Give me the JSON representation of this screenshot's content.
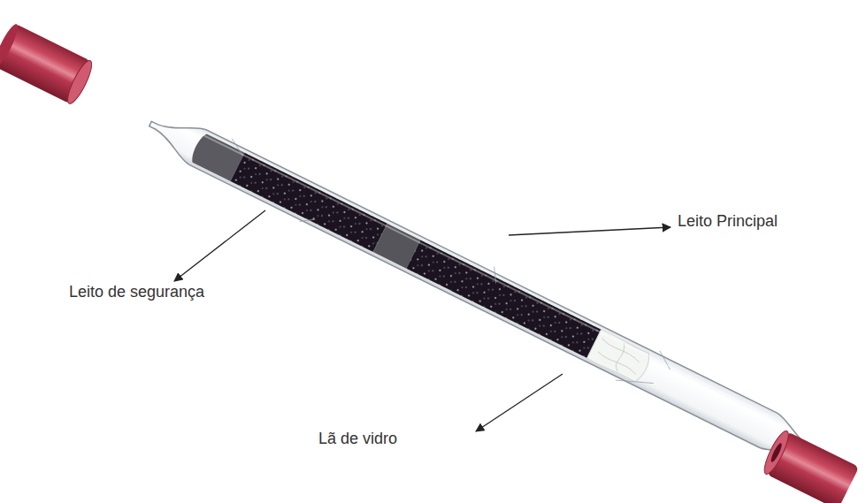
{
  "diagram": {
    "labels": [
      "Leito de segurança",
      "Leito Principal",
      "Lã de vidro"
    ]
  }
}
